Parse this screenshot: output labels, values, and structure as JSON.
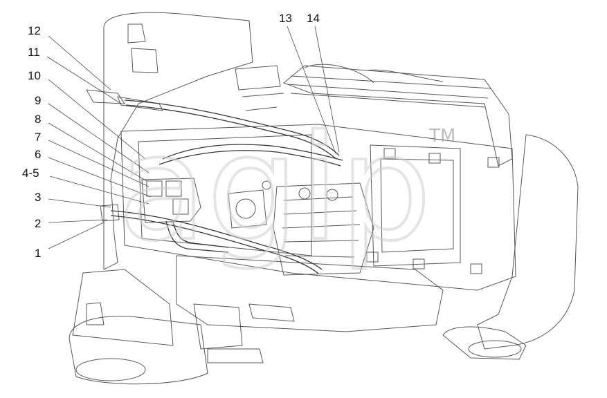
{
  "callouts": {
    "c1": "1",
    "c2": "2",
    "c3": "3",
    "c45": "4-5",
    "c6": "6",
    "c7": "7",
    "c8": "8",
    "c9": "9",
    "c10": "10",
    "c11": "11",
    "c12": "12",
    "c13": "13",
    "c14": "14"
  },
  "watermark": {
    "text": "agip",
    "tm": "TM"
  },
  "colors": {
    "line": "#4a4a4a",
    "light_line": "#9a9a9a",
    "watermark": "#cfcfcf"
  }
}
